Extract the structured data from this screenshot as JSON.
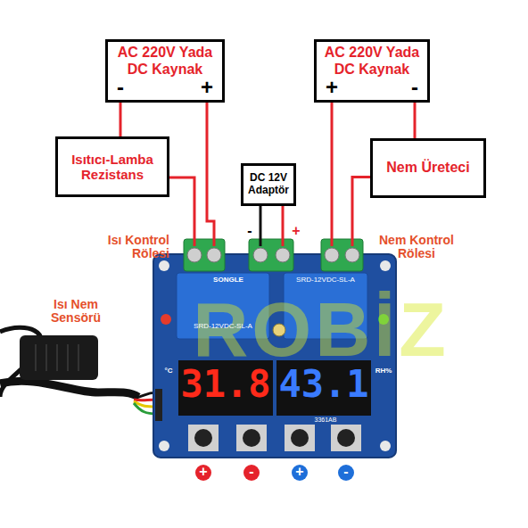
{
  "diagram": {
    "nodes": [
      {
        "text": [
          "AC 220V Yada DC Kaynak",
          "-",
          "+"
        ]
      },
      {
        "text": [
          "Isıtıcı-Lamba Rezistans"
        ]
      },
      {
        "text": [
          "DC 12V Adaptör"
        ]
      },
      {
        "text": [
          "AC 220V Yada DC Kaynak",
          "+",
          "-"
        ]
      },
      {
        "text": [
          "Nem Üreteci"
        ]
      }
    ],
    "edges": [
      {
        "from": 0,
        "to": 1,
        "arrow": "none"
      },
      {
        "from": 3,
        "to": 4,
        "arrow": "none"
      }
    ],
    "labels": [
      "Isı Kontrol Rölesi",
      "Nem Kontrol Rölesi",
      "Isı Nem Sensörü",
      "-",
      "+",
      "SONGLE",
      "SRD-12VDC-SL-A",
      "SRD-12VDC-SL-A",
      "31.8",
      "43.1",
      "RH%",
      "°C",
      "3361AB",
      "ROBİZ",
      "+",
      "-",
      "+",
      "-"
    ]
  }
}
